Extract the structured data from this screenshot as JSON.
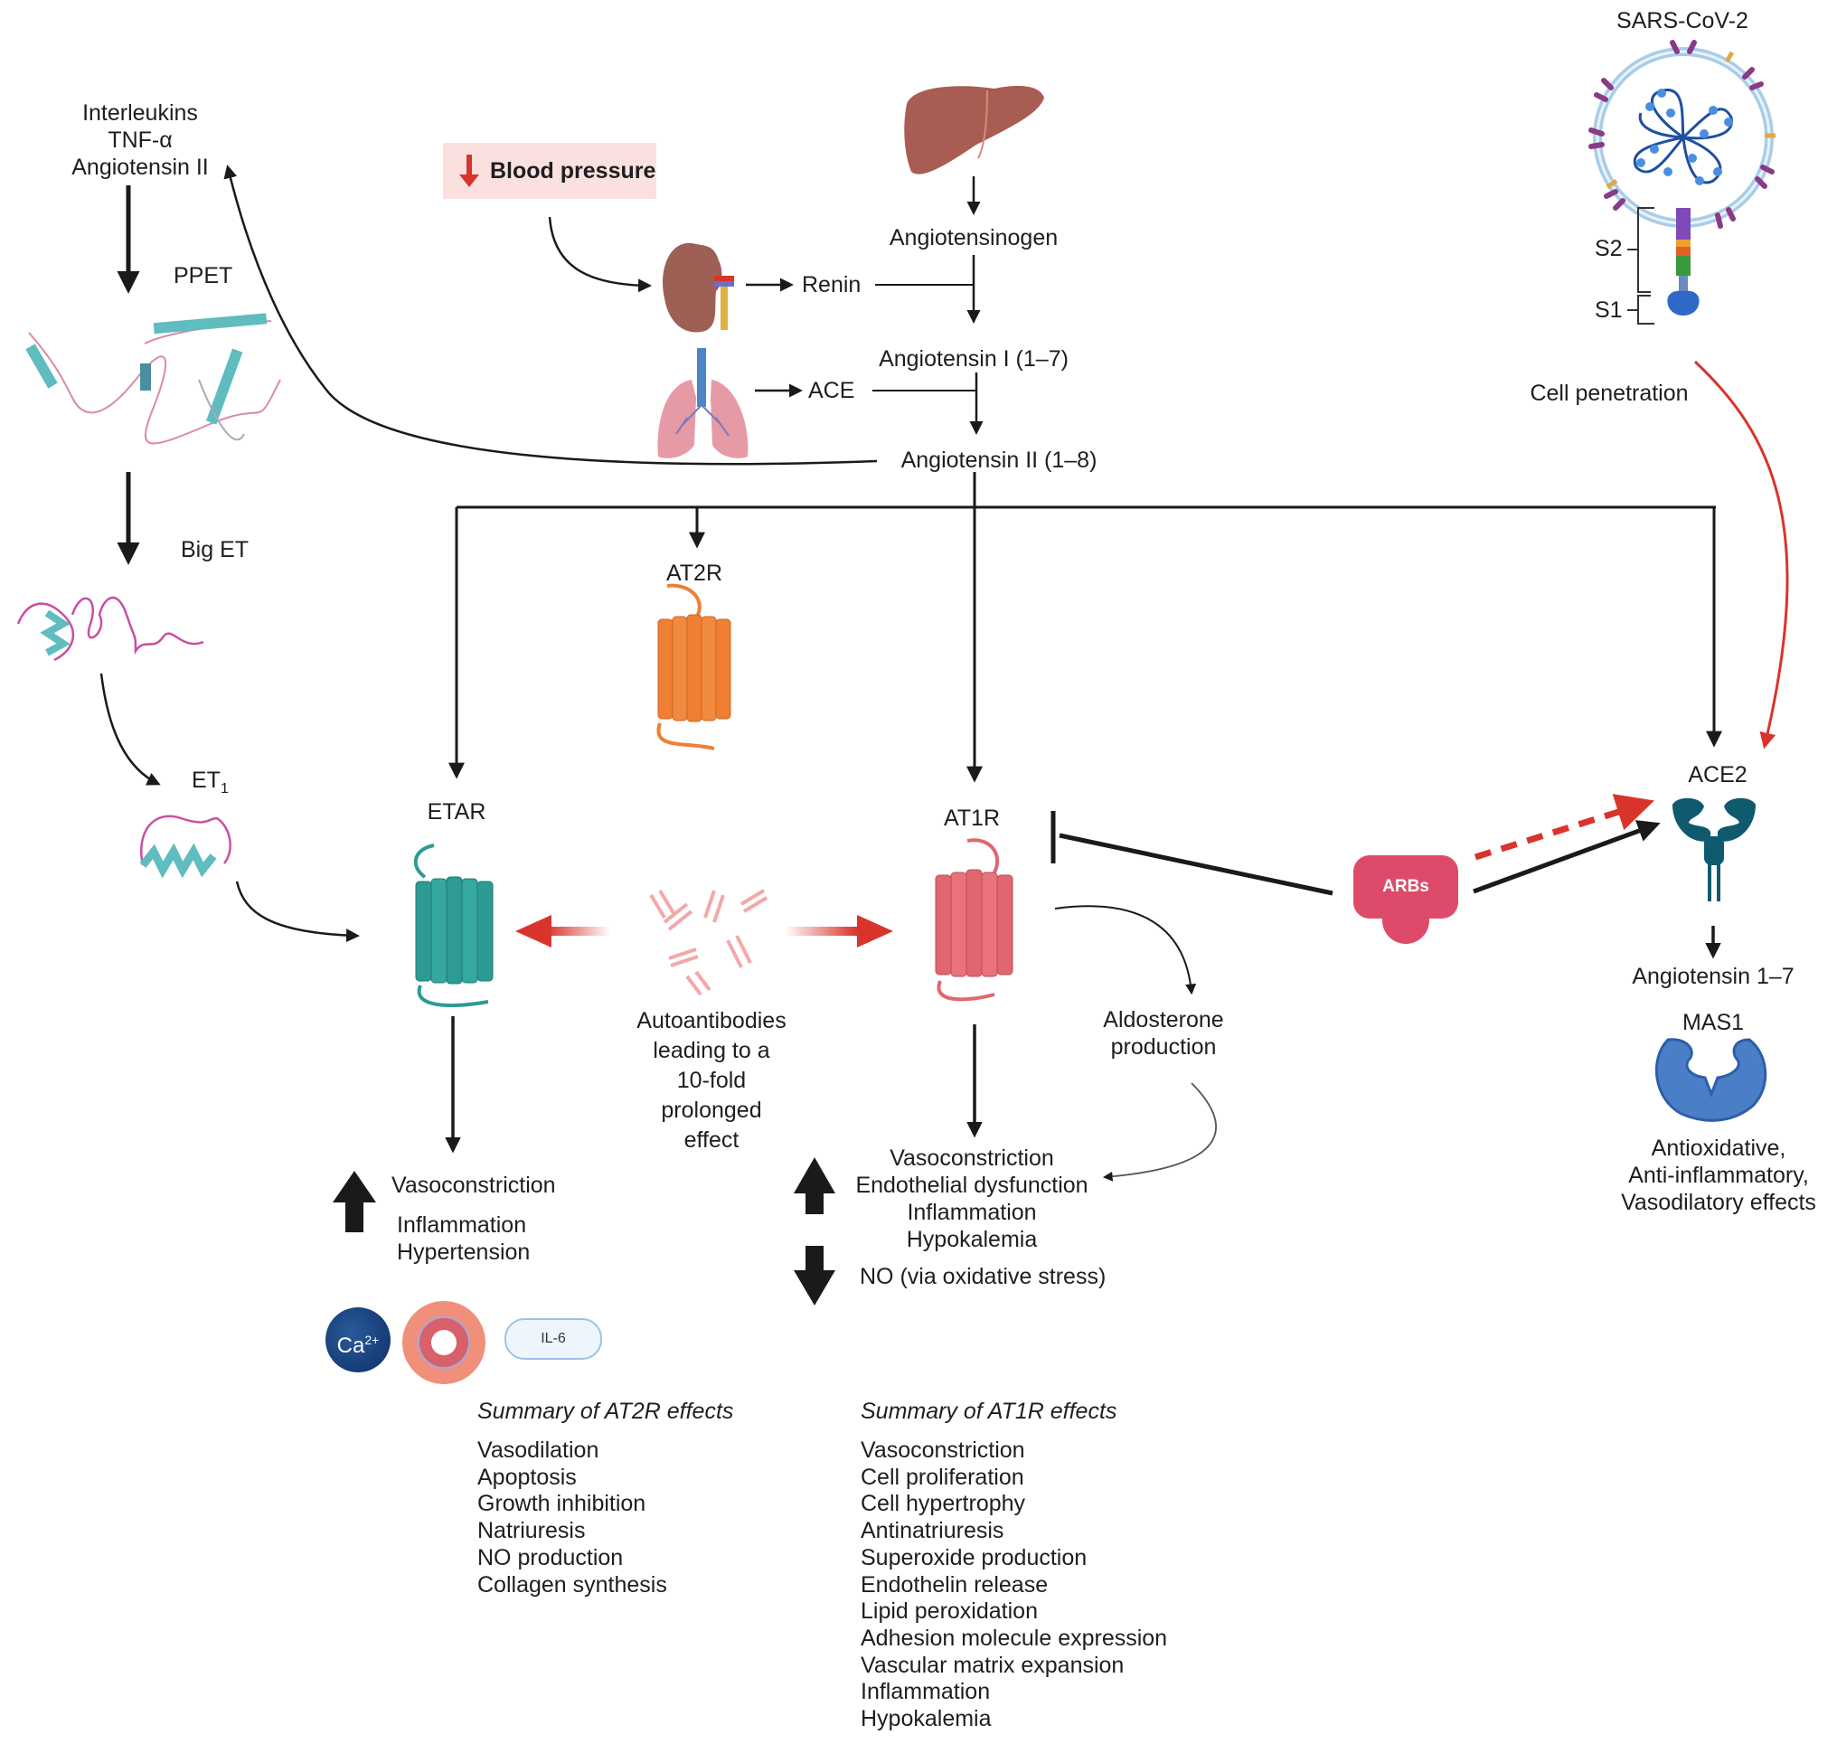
{
  "figure": {
    "inflammatory_inputs": [
      "Interleukins",
      "TNF-α",
      "Angiotensin II"
    ],
    "blood_pressure_label": "Blood pressure",
    "blood_pressure_direction": "decrease",
    "ppet": "PPET",
    "big_et": "Big ET",
    "et1": "ET",
    "et1_sub": "1",
    "renin": "Renin",
    "ace": "ACE",
    "angiotensinogen": "Angiotensinogen",
    "angiotensin_i": "Angiotensin I (1–7)",
    "angiotensin_ii": "Angiotensin II (1–8)",
    "at2r": "AT2R",
    "etar": "ETAR",
    "at1r": "AT1R",
    "ace2": "ACE2",
    "arbs": "ARBs",
    "sars": "SARS-CoV-2",
    "s2": "S2",
    "s1": "S1",
    "cell_penetration": "Cell penetration",
    "angiotensin_1_7": "Angiotensin 1–7",
    "mas1": "MAS1",
    "mas1_effects": [
      "Antioxidative,",
      "Anti-inflammatory,",
      "Vasodilatory effects"
    ],
    "autoantibodies": [
      "Autoantibodies",
      "leading to a",
      "10-fold",
      "prolonged",
      "effect"
    ],
    "aldosterone": [
      "Aldosterone",
      "production"
    ],
    "etar_effects": {
      "up": [
        "Vasoconstriction",
        "Inflammation",
        "Hypertension"
      ]
    },
    "etar_icons": {
      "calcium": "Ca",
      "calcium_sup": "2+",
      "il6": "IL-6"
    },
    "at1r_effects": {
      "up": [
        "Vasoconstriction",
        "Endothelial dysfunction",
        "Inflammation",
        "Hypokalemia"
      ],
      "down": "NO (via oxidative stress)"
    },
    "at2r_summary": {
      "title": "Summary of AT2R effects",
      "items": [
        "Vasodilation",
        "Apoptosis",
        "Growth inhibition",
        "Natriuresis",
        "NO production",
        "Collagen synthesis"
      ]
    },
    "at1r_summary": {
      "title": "Summary of AT1R effects",
      "items": [
        "Vasoconstriction",
        "Cell proliferation",
        "Cell hypertrophy",
        "Antinatriuresis",
        "Superoxide production",
        "Endothelin release",
        "Lipid peroxidation",
        "Adhesion molecule expression",
        "Vascular matrix expansion",
        "Inflammation",
        "Hypokalemia"
      ]
    },
    "colors": {
      "etar": "#2e9a94",
      "at2r": "#ee7f33",
      "at1r": "#e06670",
      "ace2": "#0f5a6e",
      "mas1": "#4a7fc8",
      "arbs": "#de4b6a",
      "activation_red": "#d9342b",
      "bp_box": "#fbe0e0"
    }
  }
}
